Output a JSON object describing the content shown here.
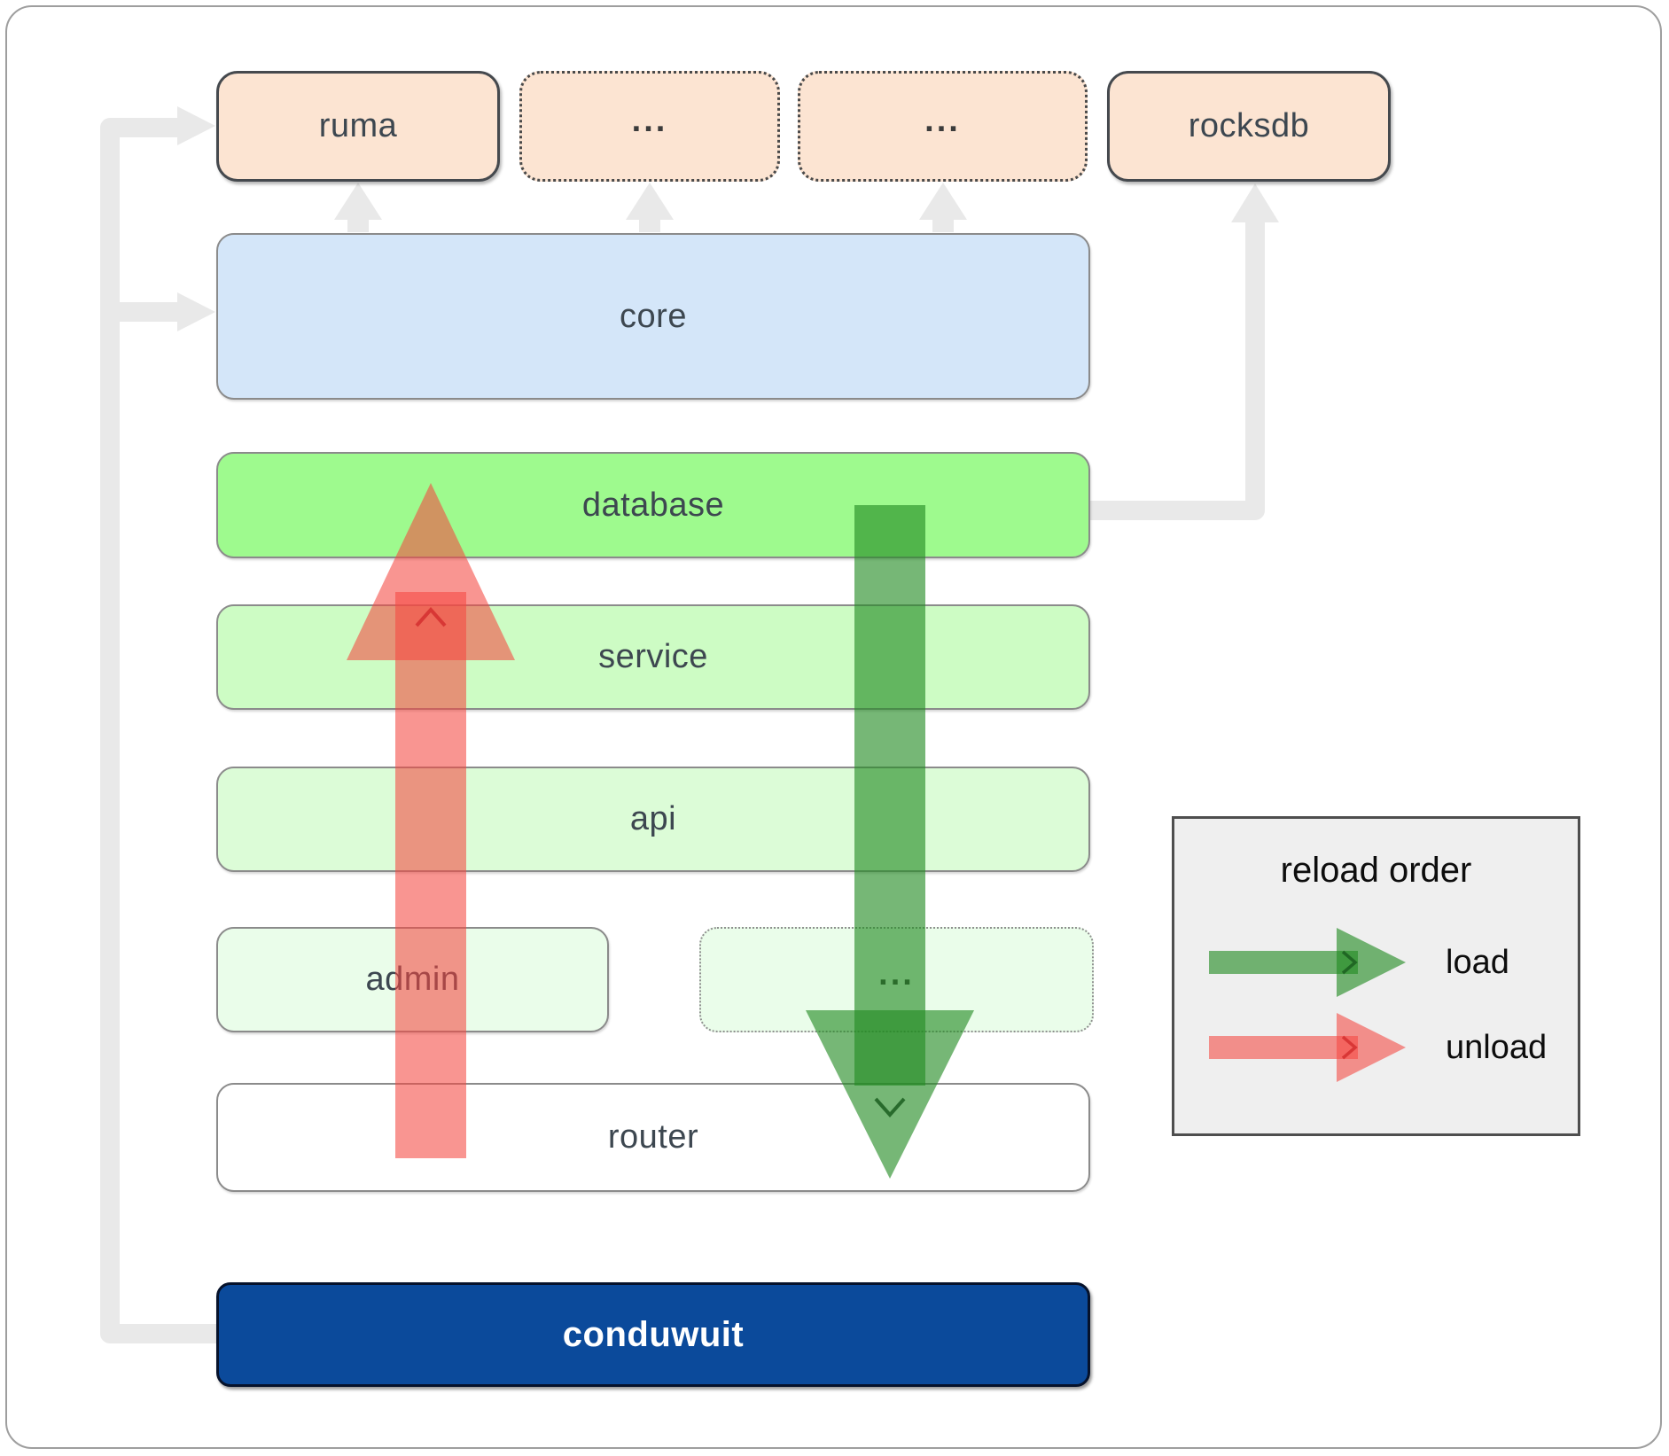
{
  "boxes": {
    "ruma": "ruma",
    "ellipsis_top_1": "...",
    "ellipsis_top_2": "...",
    "rocksdb": "rocksdb",
    "core": "core",
    "database": "database",
    "service": "service",
    "api": "api",
    "admin": "admin",
    "ellipsis_bottom": "...",
    "router": "router",
    "conduwuit": "conduwuit"
  },
  "legend": {
    "title": "reload order",
    "load_label": "load",
    "unload_label": "unload"
  },
  "colors": {
    "peach_fill": "#fce4d2",
    "blue_fill": "#d4e6f9",
    "bright_green_fill": "#9efa8e",
    "service_green_fill": "#cdfcc4",
    "api_green_fill": "#dcfcd7",
    "admin_green_fill": "#eafdea",
    "router_fill": "#ffffff",
    "navy_fill": "#0b4a9b",
    "connector_gray": "#e9e9e9",
    "legend_bg": "#efefef",
    "load_arrow": "rgba(34,139,34,0.62)",
    "unload_arrow": "rgba(245,72,66,0.58)",
    "load_chevron": "rgba(27,94,32,0.85)",
    "unload_chevron": "rgba(211,47,47,0.85)"
  }
}
